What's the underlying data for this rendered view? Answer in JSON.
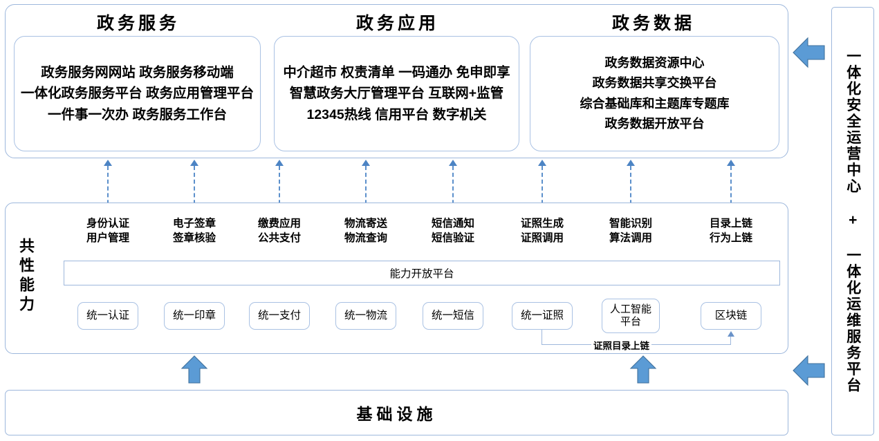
{
  "top": {
    "sections": [
      {
        "title": "政务服务",
        "lines": [
          "政务服务网网站 政务服务移动端",
          "一体化政务服务平台 政务应用管理平台",
          "一件事一次办 政务服务工作台"
        ]
      },
      {
        "title": "政务应用",
        "lines": [
          "中介超市 权责清单 一码通办 免申即享",
          "智慧政务大厅管理平台 互联网+监管",
          "12345热线 信用平台 数字机关"
        ]
      },
      {
        "title": "政务数据",
        "lines": [
          "政务数据资源中心",
          "政务数据共享交换平台",
          "综合基础库和主题库专题库",
          "政务数据开放平台"
        ]
      }
    ]
  },
  "capability": {
    "side_label": "共性能力",
    "band_label": "能力开放平台",
    "columns": [
      {
        "label_line1": "身份认证",
        "label_line2": "用户管理",
        "box": "统一认证"
      },
      {
        "label_line1": "电子签章",
        "label_line2": "签章核验",
        "box": "统一印章"
      },
      {
        "label_line1": "缴费应用",
        "label_line2": "公共支付",
        "box": "统一支付"
      },
      {
        "label_line1": "物流寄送",
        "label_line2": "物流查询",
        "box": "统一物流"
      },
      {
        "label_line1": "短信通知",
        "label_line2": "短信验证",
        "box": "统一短信"
      },
      {
        "label_line1": "证照生成",
        "label_line2": "证照调用",
        "box": "统一证照"
      },
      {
        "label_line1": "智能识别",
        "label_line2": "算法调用",
        "box_line1": "人工智能",
        "box_line2": "平台"
      },
      {
        "label_line1": "目录上链",
        "label_line2": "行为上链",
        "box": "区块链"
      }
    ],
    "connector_label": "证照目录上链"
  },
  "infrastructure": {
    "title": "基础设施"
  },
  "sidebar": {
    "text": "一体化安全运营中心 + 一体化运维服务平台"
  },
  "icons": {
    "arrow_up": "arrow-up-icon",
    "arrow_left": "arrow-left-icon",
    "dashed_arrow_up": "dashed-arrow-up-icon"
  },
  "colors": {
    "accent_blue": "#5B9BD5",
    "border_blue": "#9DB7DC",
    "dash_blue": "#4C84C4"
  }
}
